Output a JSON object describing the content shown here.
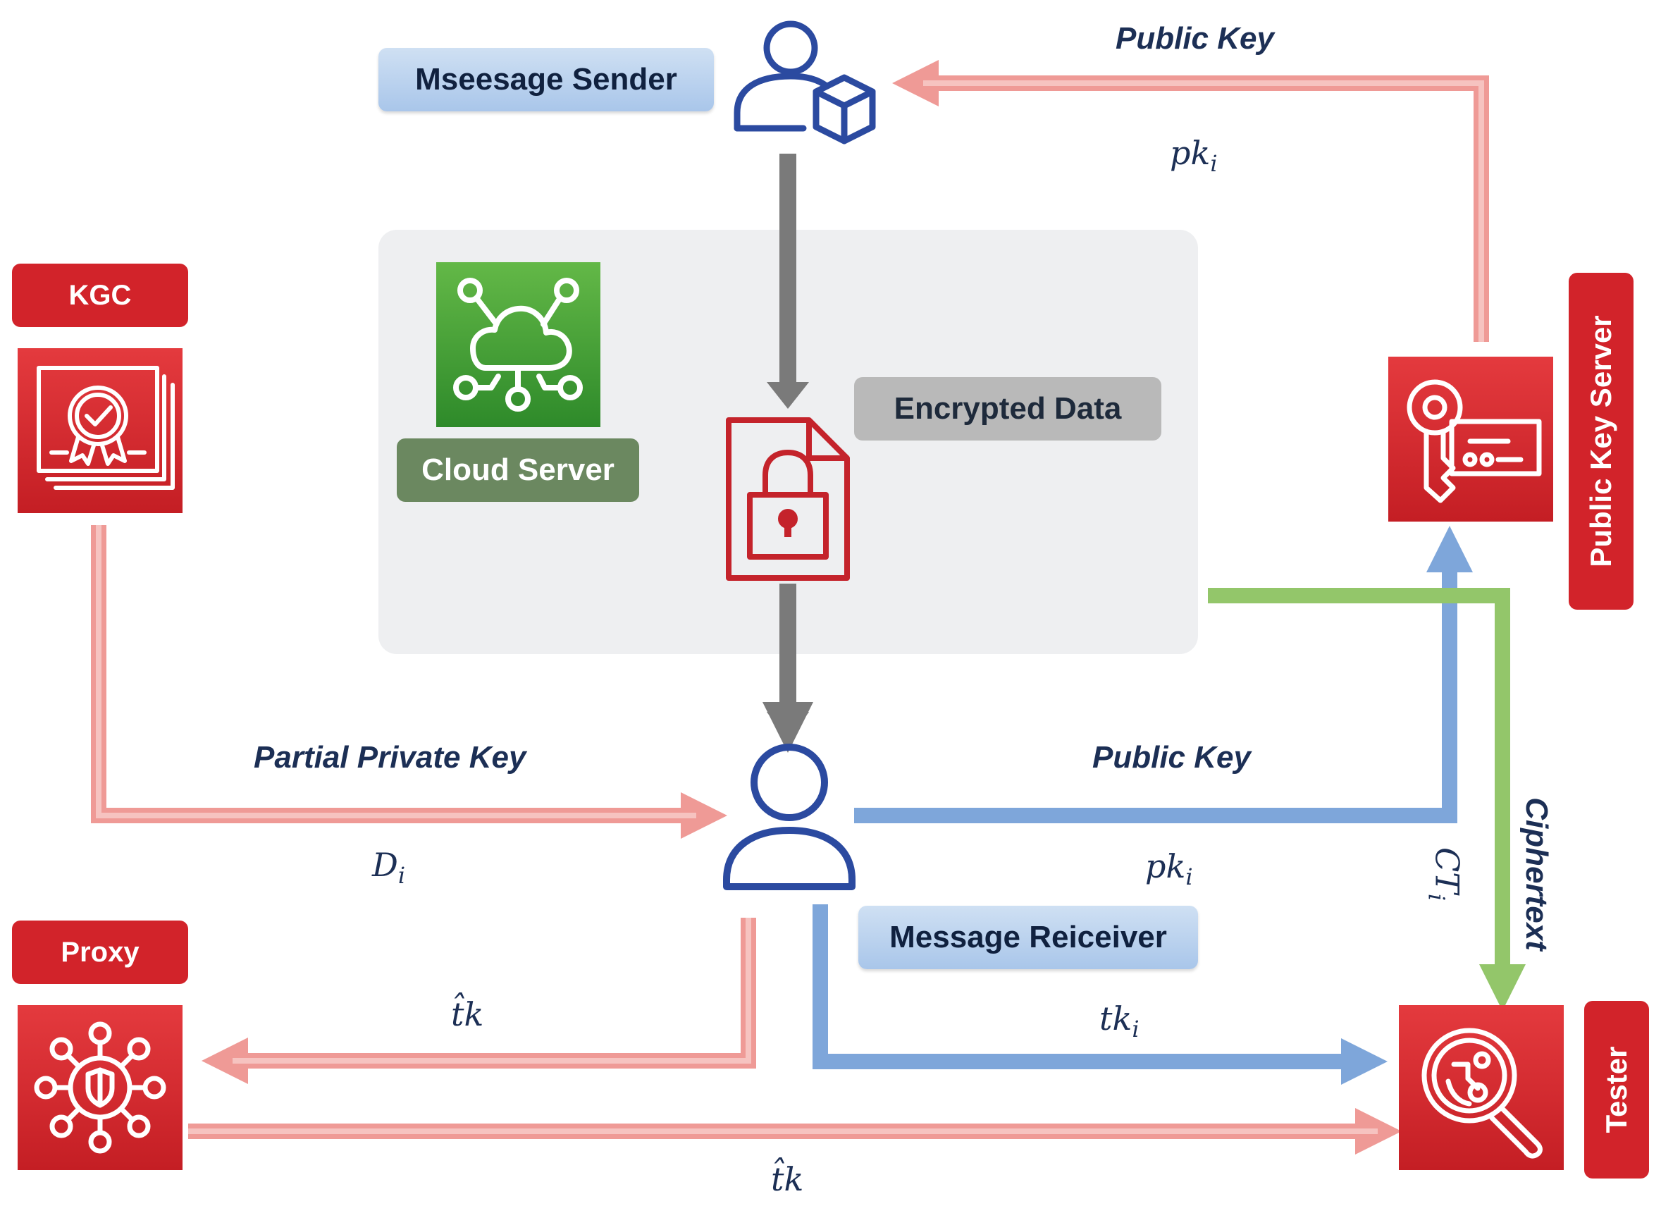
{
  "nodes": {
    "sender": {
      "label": "Mseesage Sender"
    },
    "receiver": {
      "label": "Message Reiceiver"
    },
    "kgc": {
      "label": "KGC"
    },
    "proxy": {
      "label": "Proxy"
    },
    "public_key_server": {
      "label": "Public Key Server"
    },
    "tester": {
      "label": "Tester"
    },
    "cloud": {
      "label": "Cloud Server"
    },
    "encrypted": {
      "label": "Encrypted Data"
    }
  },
  "edges": {
    "pks_to_sender": {
      "label": "Public Key",
      "math": "pk",
      "sub": "i"
    },
    "kgc_to_receiver": {
      "label": "Partial Private Key",
      "math": "D",
      "sub": "i"
    },
    "receiver_to_pks": {
      "label": "Public Key",
      "math": "pk",
      "sub": "i"
    },
    "cloud_to_tester": {
      "label": "Ciphertext",
      "math": "CT",
      "sub": "i"
    },
    "receiver_to_tester": {
      "math": "tk",
      "sub": "i"
    },
    "receiver_to_proxy": {
      "math": "t̂k"
    },
    "proxy_to_tester": {
      "math": "t̂k"
    }
  },
  "colors": {
    "red": "#d2232a",
    "pink_arrow": "#ef9a96",
    "blue_arrow": "#7ea6da",
    "green_arrow": "#93c66a",
    "gray_arrow": "#7a7a7a",
    "navy_icon": "#2b4aa0"
  },
  "icons": {
    "sender": "user-with-cube-icon",
    "receiver": "user-icon",
    "kgc": "certificate-icon",
    "proxy": "shield-network-icon",
    "public_key_server": "key-card-icon",
    "tester": "magnifier-inspect-icon",
    "cloud": "cloud-network-icon",
    "encrypted": "locked-file-icon"
  }
}
